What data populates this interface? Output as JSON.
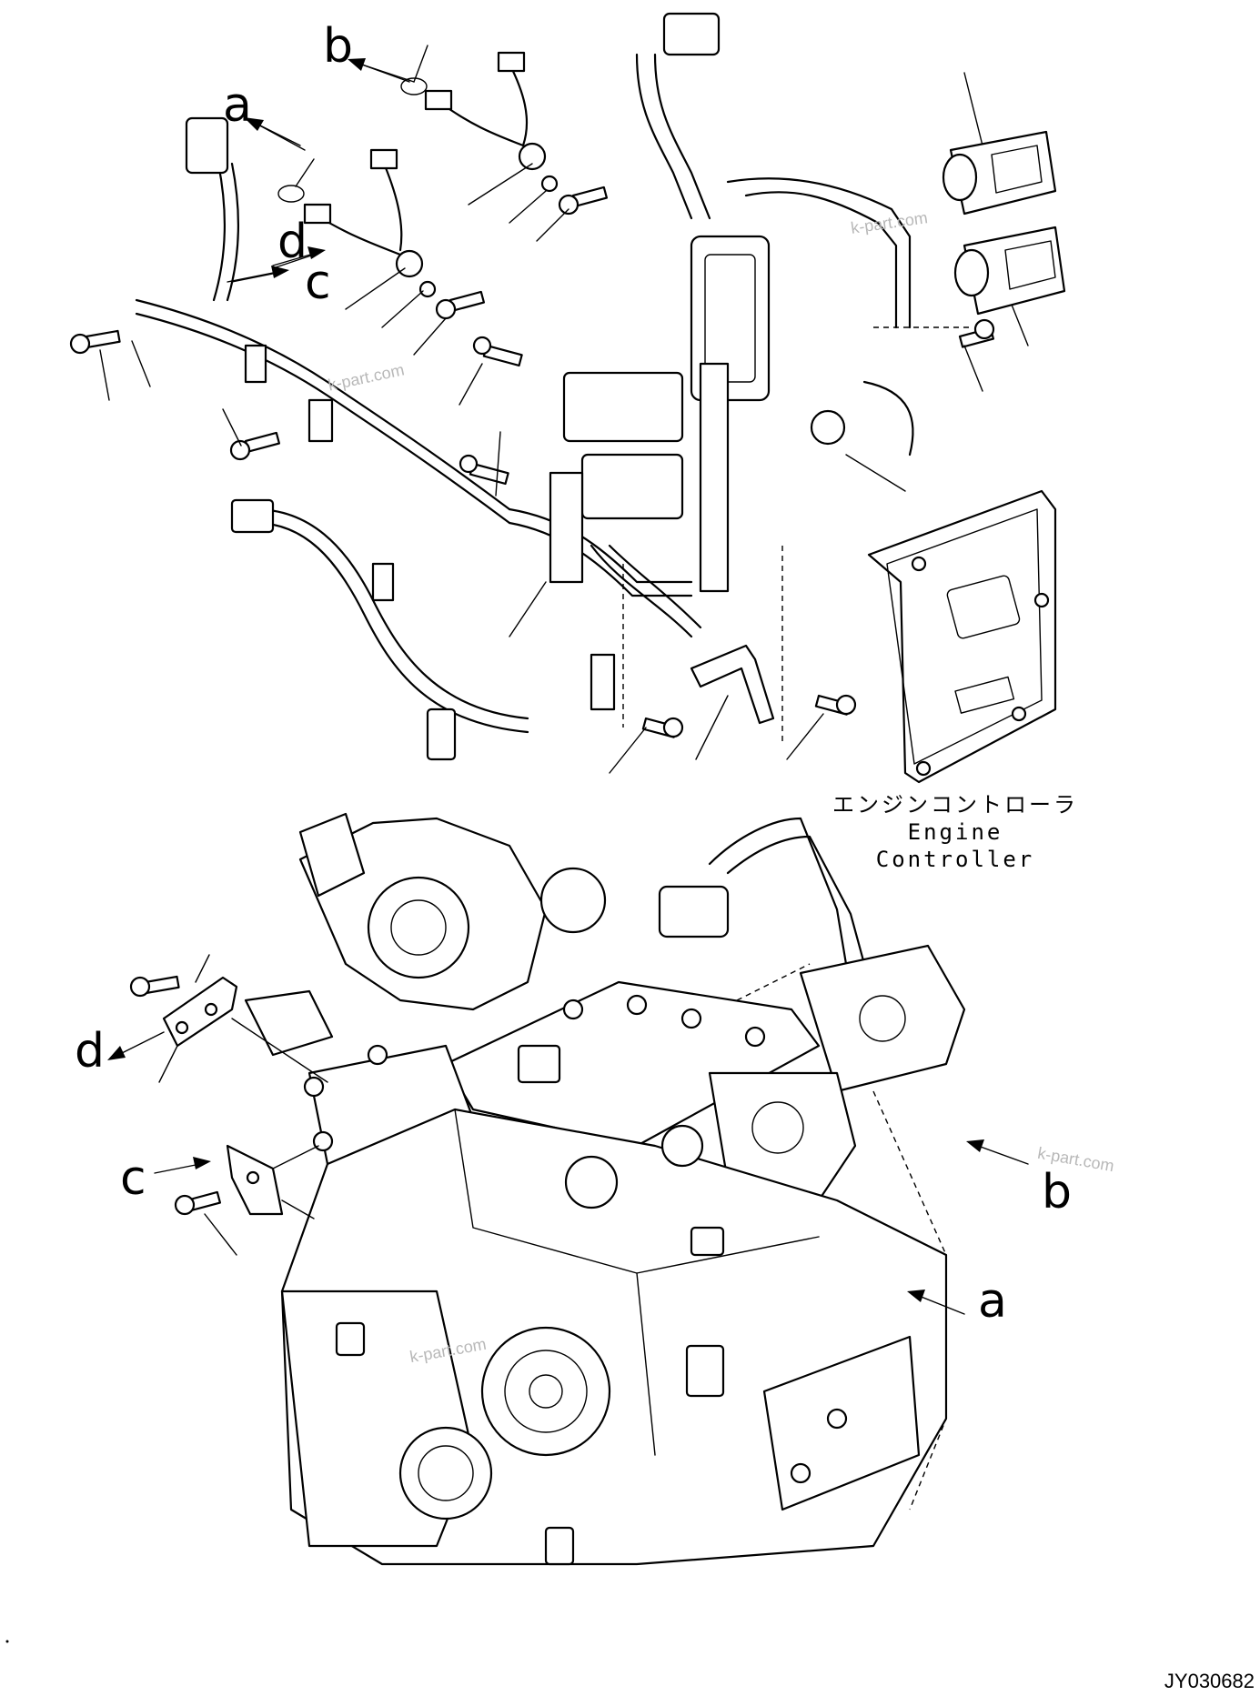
{
  "labels": {
    "a": "a",
    "b": "b",
    "c": "c",
    "d": "d"
  },
  "engine_controller": {
    "japanese": "エンジンコントローラ",
    "english": "Engine Controller"
  },
  "watermark": "k-part.com",
  "drawing_code": "JY030682",
  "colors": {
    "line": "#000000",
    "watermark": "#b8b8b8",
    "background": "#ffffff"
  }
}
